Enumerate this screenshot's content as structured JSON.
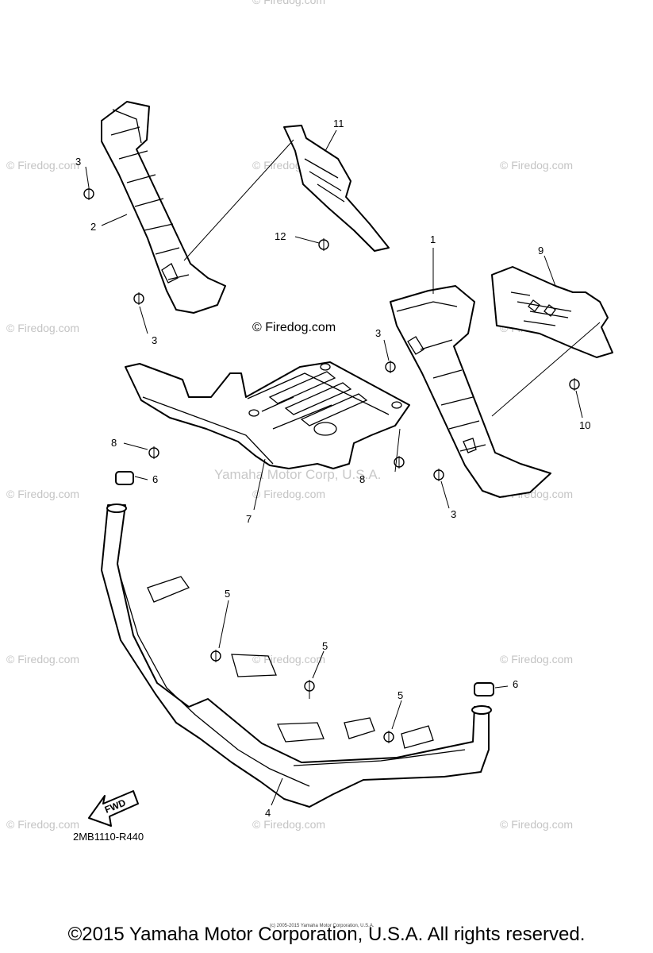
{
  "watermark": {
    "text": "© Firedog.com",
    "center_text": "© Firedog.com",
    "yamaha_text": "Yamaha Motor Corp, U.S.A."
  },
  "callouts": {
    "c1": "1",
    "c2": "2",
    "c3a": "3",
    "c3b": "3",
    "c3c": "3",
    "c3d": "3",
    "c4": "4",
    "c5a": "5",
    "c5b": "5",
    "c5c": "5",
    "c6a": "6",
    "c6b": "6",
    "c7": "7",
    "c8a": "8",
    "c8b": "8",
    "c9": "9",
    "c10": "10",
    "c11": "11",
    "c12": "12"
  },
  "fwd_label": "FWD",
  "diagram_ref": "2MB1110-R440",
  "tiny_text": "(c) 2005-2015 Yamaha Motor Corporation, U.S.A.",
  "copyright": "©2015 Yamaha Motor Corporation, U.S.A. All rights reserved."
}
